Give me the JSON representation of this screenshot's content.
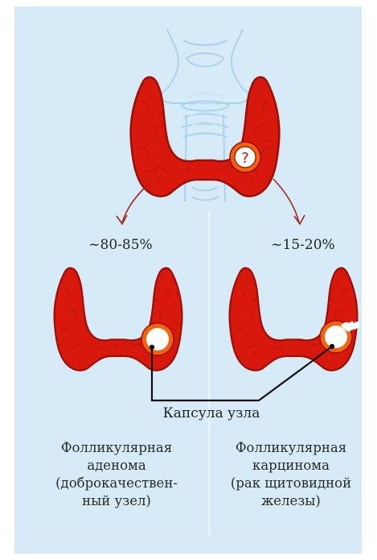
{
  "diagram": {
    "left": {
      "percent": "~80-85%",
      "label_lines": [
        "Фолликулярная",
        "аденома",
        "(доброкачествен-",
        "ный узел)"
      ]
    },
    "right": {
      "percent": "~15-20%",
      "label_lines": [
        "Фолликулярная",
        "карцинома",
        "(рак щитовидной",
        "железы)"
      ]
    },
    "capsule_label": "Капсула узла",
    "nodule_symbol": "?",
    "colors": {
      "background": "#d6ebf7",
      "gland": "#d8180c",
      "gland_outline": "#9a0f06",
      "nodule_ring": "#f2620f",
      "trachea": "#a9d3ef",
      "arrow": "#a1281a"
    }
  }
}
